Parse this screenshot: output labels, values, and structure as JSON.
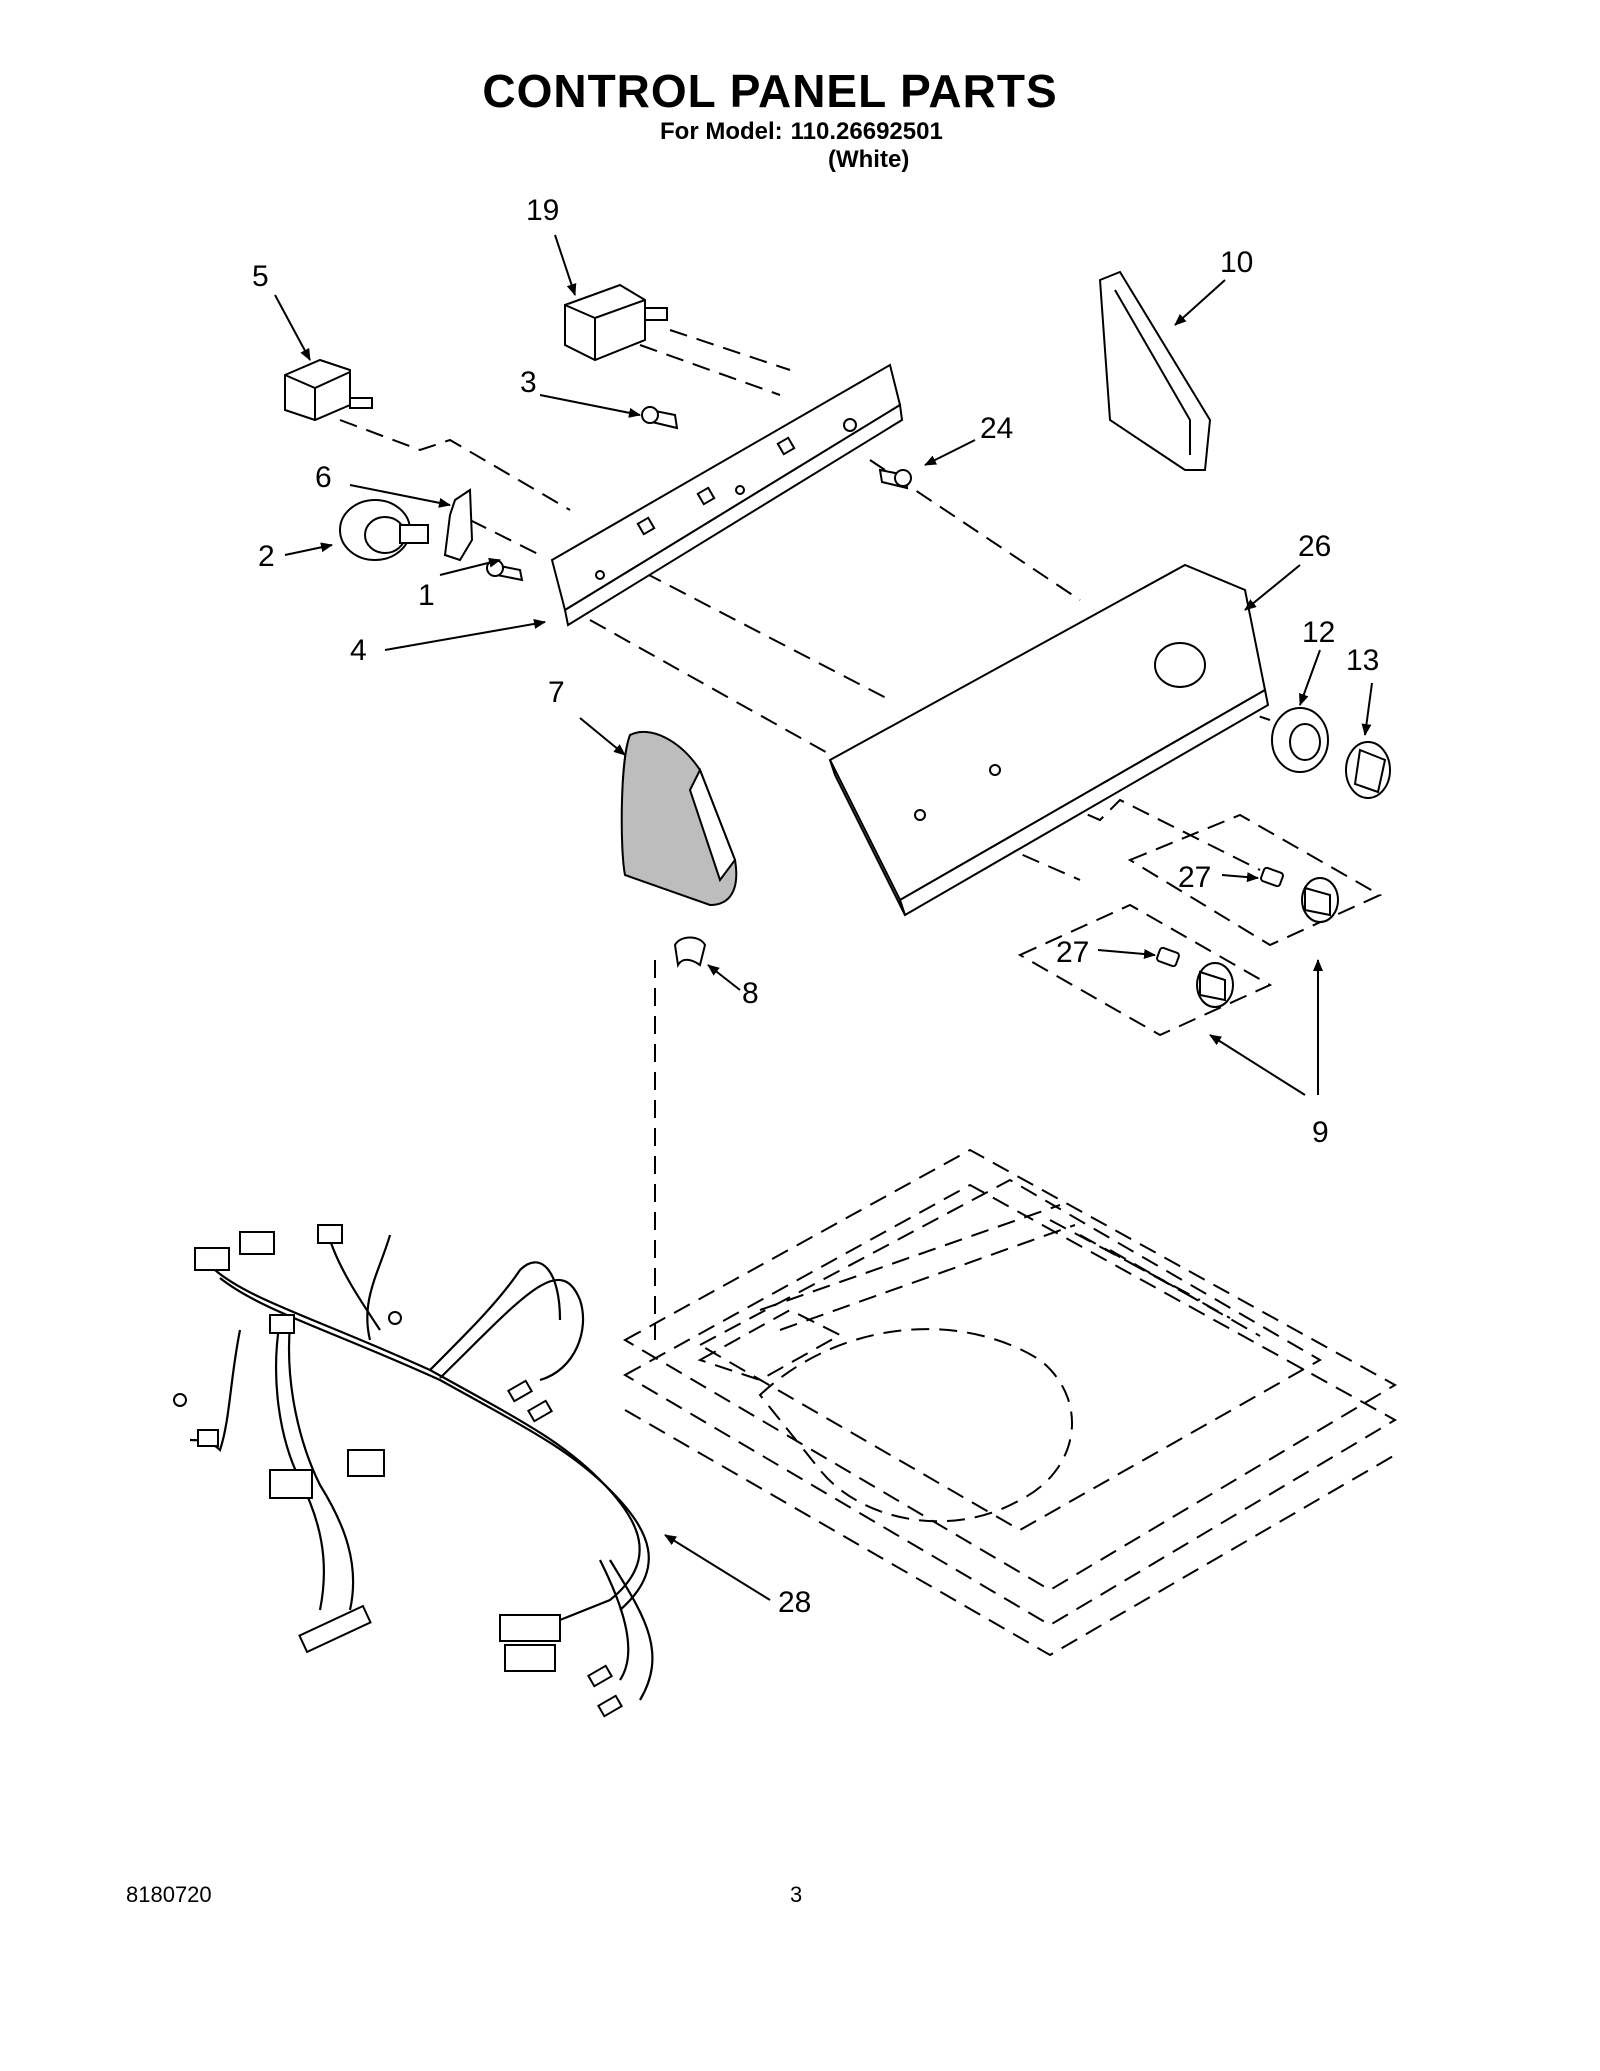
{
  "header": {
    "title": "CONTROL PANEL PARTS",
    "model_label": "For Model:",
    "model_number": "110.26692501",
    "variant": "(White)"
  },
  "callouts": {
    "c1": "1",
    "c2": "2",
    "c3": "3",
    "c4": "4",
    "c5": "5",
    "c6": "6",
    "c7": "7",
    "c8": "8",
    "c9": "9",
    "c10": "10",
    "c12": "12",
    "c13": "13",
    "c19": "19",
    "c24": "24",
    "c26": "26",
    "c27a": "27",
    "c27b": "27",
    "c28": "28"
  },
  "footer": {
    "doc_number": "8180720",
    "page_number": "3"
  }
}
